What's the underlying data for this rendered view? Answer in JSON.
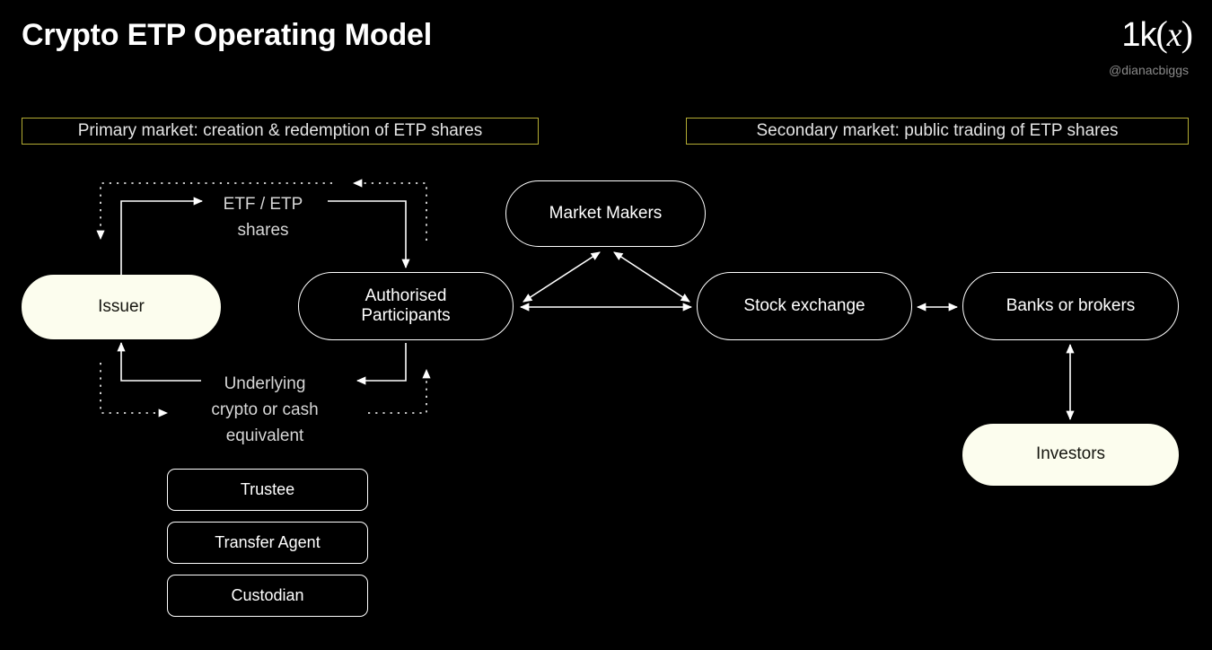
{
  "header": {
    "title": "Crypto ETP Operating Model",
    "logo": "1k(x)",
    "logo_prefix": "1k",
    "logo_open_paren": "(",
    "logo_x": "x",
    "logo_close_paren": ")",
    "handle": "@dianacbiggs"
  },
  "banners": {
    "primary": "Primary market: creation & redemption of ETP shares",
    "secondary": "Secondary market: public trading of ETP shares"
  },
  "nodes": {
    "issuer": "Issuer",
    "authorised_participants": "Authorised\nParticipants",
    "market_makers": "Market Makers",
    "stock_exchange": "Stock exchange",
    "banks_or_brokers": "Banks or brokers",
    "investors": "Investors",
    "trustee": "Trustee",
    "transfer_agent": "Transfer Agent",
    "custodian": "Custodian"
  },
  "flow_labels": {
    "etf_shares": "ETF / ETP\nshares",
    "underlying": "Underlying\ncrypto or cash\nequivalent"
  },
  "colors": {
    "background": "#000000",
    "stroke": "#ffffff",
    "banner_border": "#b3ac33",
    "node_fill_highlight": "#fcfdee",
    "label_text": "#d6d6d6",
    "handle_text": "#8a8a8a"
  },
  "connectors": [
    {
      "name": "issuer-to-etf-shares-solid",
      "style": "solid",
      "from": "Issuer",
      "to": "ETF / ETP shares"
    },
    {
      "name": "ap-to-issuer-dotted-top",
      "style": "dotted",
      "from": "Authorised Participants",
      "to": "Issuer"
    },
    {
      "name": "etf-shares-to-ap-solid",
      "style": "solid",
      "from": "ETF / ETP shares",
      "to": "Authorised Participants"
    },
    {
      "name": "ap-return-dotted-top",
      "style": "dotted",
      "from": "Authorised Participants",
      "to": "return path"
    },
    {
      "name": "ap-to-underlying-solid",
      "style": "solid",
      "from": "Authorised Participants",
      "to": "Underlying crypto or cash equivalent"
    },
    {
      "name": "underlying-to-issuer-solid",
      "style": "solid",
      "from": "Underlying crypto or cash equivalent",
      "to": "Issuer"
    },
    {
      "name": "issuer-out-dotted-bottom",
      "style": "dotted",
      "from": "Issuer",
      "to": "Underlying crypto or cash equivalent"
    },
    {
      "name": "underlying-to-ap-dotted-bottom",
      "style": "dotted",
      "from": "Underlying crypto or cash equivalent",
      "to": "Authorised Participants"
    },
    {
      "name": "ap-to-market-makers",
      "style": "solid-double",
      "from": "Authorised Participants",
      "to": "Market Makers"
    },
    {
      "name": "market-makers-to-stock-exchange",
      "style": "solid-double",
      "from": "Market Makers",
      "to": "Stock exchange"
    },
    {
      "name": "ap-to-stock-exchange",
      "style": "solid-double",
      "from": "Authorised Participants",
      "to": "Stock exchange"
    },
    {
      "name": "stock-exchange-to-banks",
      "style": "solid-double",
      "from": "Stock exchange",
      "to": "Banks or brokers"
    },
    {
      "name": "banks-to-investors",
      "style": "solid-double",
      "from": "Banks or brokers",
      "to": "Investors"
    }
  ]
}
